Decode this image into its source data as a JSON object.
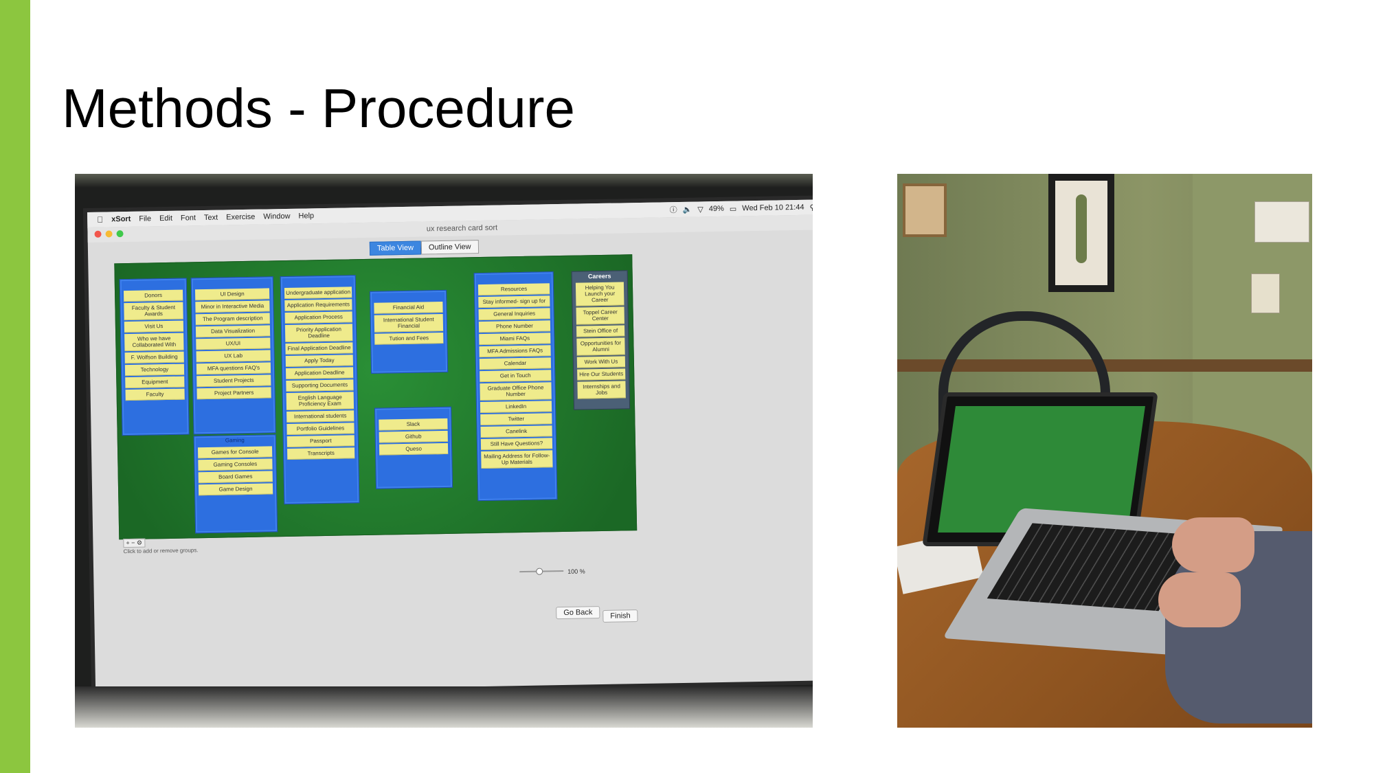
{
  "slide": {
    "title": "Methods - Procedure",
    "accent_color": "#8cc63f"
  },
  "photo_screen": {
    "menubar": {
      "app": "xSort",
      "items": [
        "File",
        "Edit",
        "Font",
        "Text",
        "Exercise",
        "Window",
        "Help"
      ],
      "battery": "49%",
      "datetime": "Wed Feb 10  21:44"
    },
    "window_title": "ux research card sort",
    "view_tabs": [
      "Table View",
      "Outline View"
    ],
    "groups": [
      {
        "name": "",
        "cards": [
          "Donors",
          "Faculty & Student Awards",
          "Visit Us",
          "Who we have Collaborated With",
          "F. Wolfson Building",
          "Technology",
          "Equipment",
          "Faculty"
        ]
      },
      {
        "name": "",
        "cards": [
          "UI Design",
          "Minor in Interactive Media",
          "The Program description",
          "Data Visualization",
          "UX/UI",
          "UX Lab",
          "MFA questions FAQ's",
          "Student Projects",
          "Project Partners"
        ]
      },
      {
        "name": "Gaming",
        "cards": [
          "Games for Console",
          "Gaming Consoles",
          "Board Games",
          "Game Design"
        ]
      },
      {
        "name": "",
        "cards": [
          "Undergraduate application",
          "Application Requirements",
          "Application Process",
          "Priority Application Deadline",
          "Final Application Deadline",
          "Apply Today",
          "Application Deadline",
          "Supporting Documents",
          "English Language Proficiency Exam",
          "International students",
          "Portfolio Guidelines",
          "Passport",
          "Transcripts"
        ]
      },
      {
        "name": "",
        "cards": [
          "Financial Aid",
          "International Student Financial",
          "Tution and Fees"
        ]
      },
      {
        "name": "",
        "cards": [
          "Slack",
          "Github",
          "Queso"
        ]
      },
      {
        "name": "",
        "cards": [
          "Resources",
          "Stay informed- sign up for",
          "General Inquiries",
          "Phone Number",
          "Miami FAQs",
          "MFA Admissions FAQs",
          "Calendar",
          "Get in Touch",
          "Graduate Office Phone Number",
          "LinkedIn",
          "Twitter",
          "Canelink",
          "Still Have Questions?",
          "Mailing Address for Follow-Up Materials"
        ]
      },
      {
        "name": "Careers",
        "cards": [
          "Helping You Launch your Career",
          "Toppel Career Center",
          "Stein Office of",
          "Opportunities for Alumni",
          "Work With Us",
          "Hire Our Students",
          "Internships and Jobs"
        ]
      }
    ],
    "add_remove_hint": "Click to add or remove groups.",
    "zoom": "100 %",
    "buttons": {
      "back": "Go Back",
      "finish": "Finish"
    }
  }
}
